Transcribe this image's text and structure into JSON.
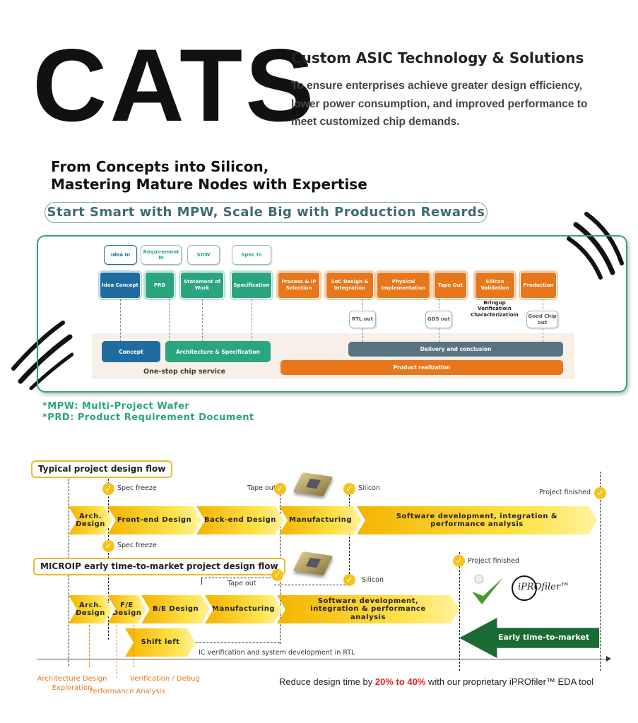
{
  "header": {
    "logo": "CATS",
    "title": "Custom ASIC Technology & Solutions",
    "description": [
      "To ensure enterprises achieve greater design efficiency,",
      "lower power consumption, and improved performance to",
      "meet customized chip demands."
    ]
  },
  "headline": [
    "From Concepts into Silicon,",
    "Mastering Mature Nodes with Expertise"
  ],
  "tagline": "Start Smart with MPW, Scale Big with Production Rewards",
  "diagram": {
    "inputs": [
      "Idea In",
      "Requirement In",
      "SOW",
      "Spec In"
    ],
    "steps": [
      "Idea Concept",
      "PRD",
      "Statement of Work",
      "Specification",
      "Process & IP Selection",
      "SoC Design & Integration",
      "Physical Implementation",
      "Tape Out",
      "Silicon Validation",
      "Production"
    ],
    "outputs": [
      "RTL out",
      "GDS out",
      "Good Chip out"
    ],
    "validation_note": [
      "Bringup",
      "Verificatioin",
      "Characterizatioin"
    ],
    "phases": {
      "concept": "Concept",
      "arch": "Architecture & Specification",
      "delivery": "Delivery and conclusion",
      "product": "Product realization",
      "one_stop": "One-stop chip service"
    },
    "colors": {
      "blue": "#1f6da0",
      "green": "#2aa57f",
      "orange": "#e8771c",
      "slate": "#5a7380"
    }
  },
  "notes": [
    "*MPW: Multi-Project Wafer",
    "*PRD: Product Requirement Document"
  ],
  "typical": {
    "title": "Typical project design flow",
    "stages": [
      "Arch. Design",
      "Front-end Design",
      "Back-end Design",
      "Manufacturing",
      "Software development, integration & performance analysis"
    ],
    "milestones": {
      "spec": "Spec freeze",
      "tape": "Tape out",
      "silicon": "Silicon",
      "finished": "Project finished"
    }
  },
  "microip": {
    "title": "MICROIP early time-to-market project design flow",
    "stages": [
      "Arch. Design",
      "F/E Design",
      "B/E Design",
      "Manufacturing",
      "Software development, integration & performance analysis"
    ],
    "shift_left": "Shift left",
    "ic_verif": "IC verification and system development in RTL",
    "milestones": {
      "spec": "Spec freeze",
      "tape": "Tape out",
      "silicon": "Silicon",
      "finished": "Project finished"
    },
    "early": "Early time-to-market",
    "tool_logo": "iPROfiler™",
    "annotations": [
      "Architecture Design Exploration",
      "Performance Analysis",
      "Verification / Debug"
    ]
  },
  "footer": {
    "pre": "Reduce design time by ",
    "highlight": "20% to 40%",
    "post": " with our proprietary iPROfiler™ EDA tool",
    "highlight_color": "#e02020"
  }
}
